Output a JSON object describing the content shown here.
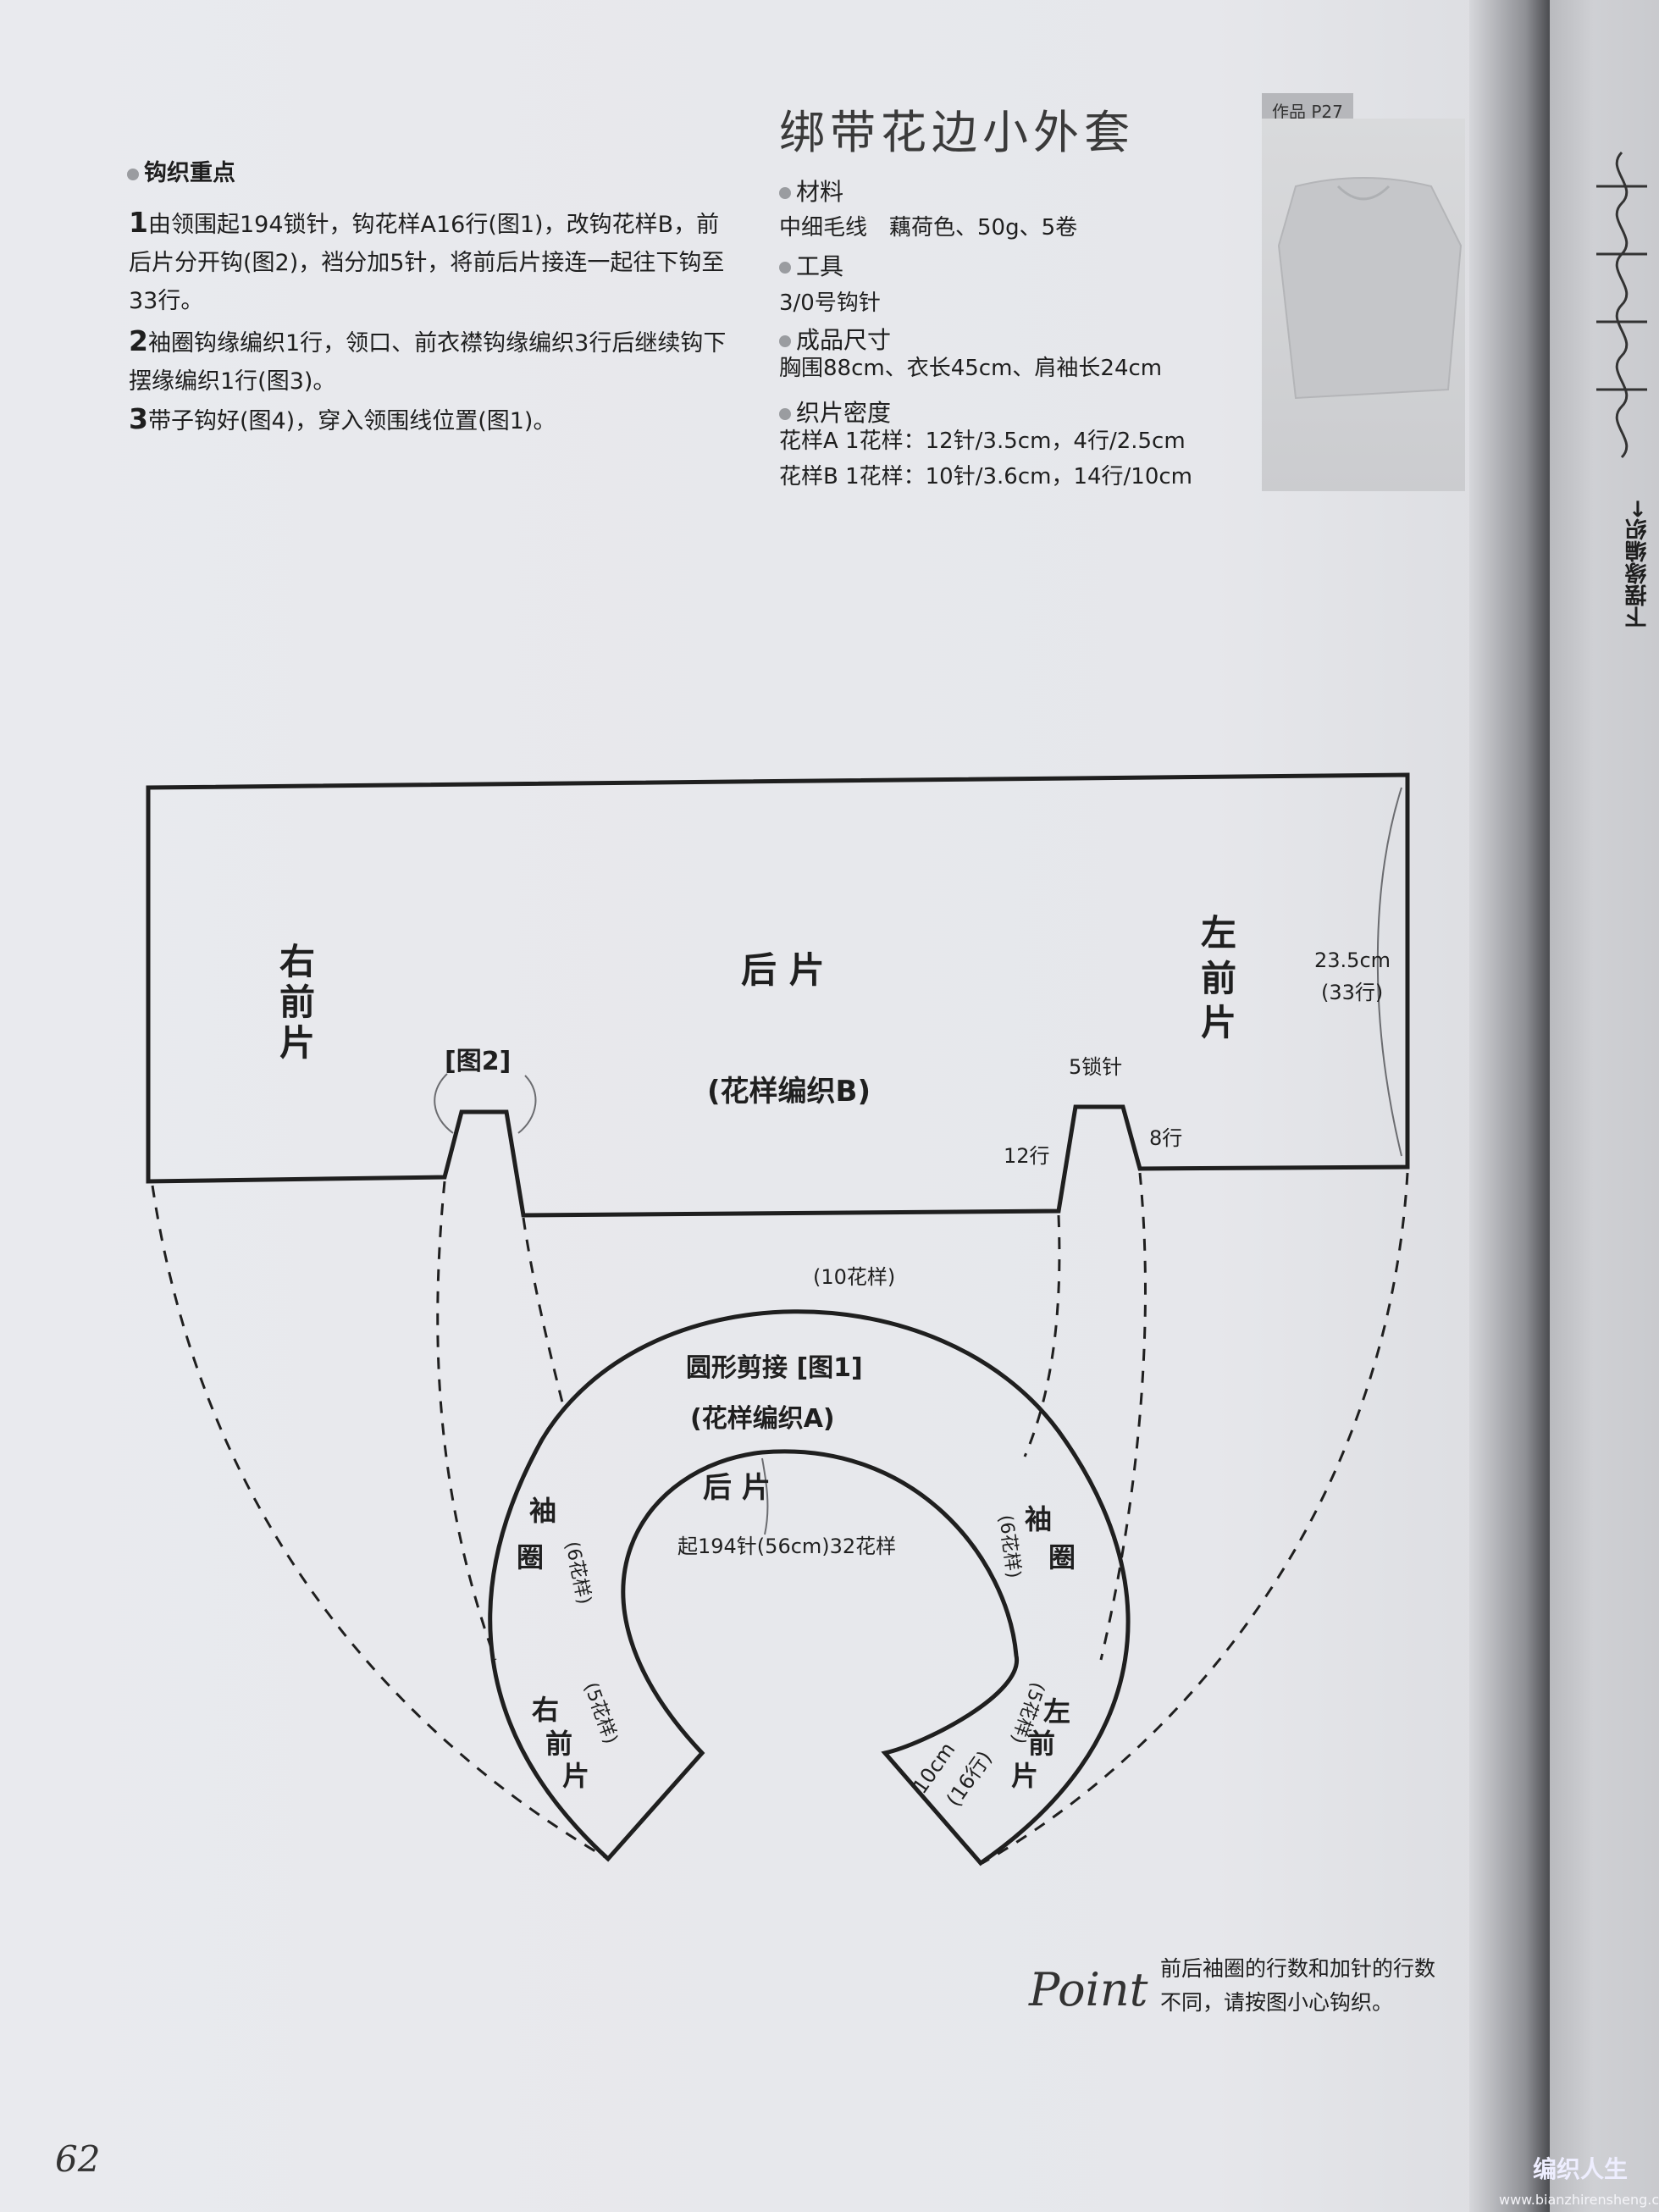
{
  "key_points": {
    "heading": "钩织重点",
    "steps": [
      {
        "num": "1",
        "text": "由领围起194锁针，钩花样A16行(图1)，改钩花样B，前后片分开钩(图2)，裆分加5针，将前后片接连一起往下钩至33行。"
      },
      {
        "num": "2",
        "text": "袖圈钩缘编织1行，领口、前衣襟钩缘编织3行后继续钩下摆缘编织1行(图3)。"
      },
      {
        "num": "3",
        "text": "带子钩好(图4)，穿入领围线位置(图1)。"
      }
    ]
  },
  "header": {
    "title": "绑带花边小外套",
    "work_tab": "作品 P27"
  },
  "materials": {
    "material_head": "材料",
    "material_text": "中细毛线　藕荷色、50g、5卷",
    "tools_head": "工具",
    "tools_text": "3/0号钩针",
    "size_head": "成品尺寸",
    "size_text": "胸围88cm、衣长45cm、肩袖长24cm",
    "gauge_head": "织片密度",
    "gauge_a": "花样A 1花样：12针/3.5cm，4行/2.5cm",
    "gauge_b": "花样B 1花样：10针/3.6cm，14行/10cm"
  },
  "diagram": {
    "right_front": [
      "右",
      "前",
      "片"
    ],
    "back_top": "后 片",
    "pattern_b": "(花样编织B)",
    "left_front": [
      "左",
      "前",
      "片"
    ],
    "length": "23.5cm",
    "length_rows": "(33行)",
    "fig2": "[图2]",
    "chain5": "5锁针",
    "rows12": "12行",
    "rows8": "8行",
    "back_bottom": "后 片",
    "back_repeats": "(10花样)",
    "yoke": "圆形剪接 [图1]",
    "pattern_a": "(花样编织A)",
    "start": "起194针(56cm)32花样",
    "sleeve_left": "袖",
    "sleeve_left2": "圈",
    "sleeve_left_n": "(6花样)",
    "sleeve_right": "袖",
    "sleeve_right2": "圈",
    "sleeve_right_n": "(6花样)",
    "rf_small": [
      "右",
      "前",
      "片"
    ],
    "rf_small_n": "(5花样)",
    "lf_small": [
      "左",
      "前",
      "片"
    ],
    "lf_small_n": "(5花样)",
    "front_cm": "10cm",
    "front_rows": "(16行)"
  },
  "point": {
    "word": "Point",
    "text": "前后袖圈的行数和加针的行数不同，请按图小心钩织。"
  },
  "page_number": "62",
  "side_text": "下摆缘编织←",
  "watermark": {
    "name": "编织人生",
    "url": "www.bianzhirensheng.com"
  }
}
